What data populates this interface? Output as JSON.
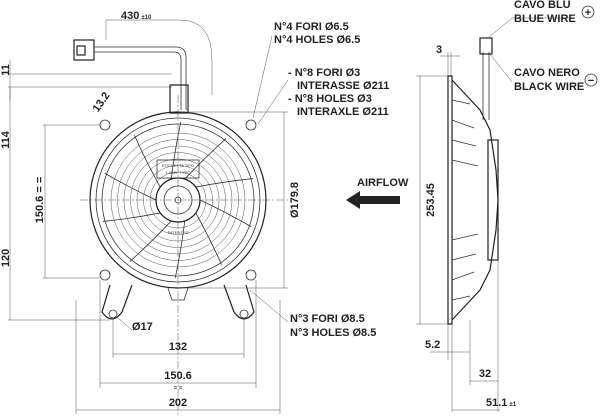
{
  "front_view": {
    "cable_length": "430",
    "cable_tolerance": "±10",
    "dim_top_offset": "11",
    "dim_upper": "114",
    "dim_lower": "120",
    "dim_vertical_holes": "150.6",
    "dim_tab": "13.2",
    "dim_diameter": "Ø179.8",
    "dim_foot_hole": "Ø17",
    "dim_bottom_holes": "132",
    "dim_bottom_mid": "150.6",
    "dim_overall_width": "202",
    "symmetry_mark": "= =",
    "label_plate_line1": "ETICHETTA TIPO",
    "label_plate_line2": "LABEL TYPE",
    "patented_mark": "PATENTED"
  },
  "callouts": {
    "holes4_it": "N°4 FORI Ø6.5",
    "holes4_en": "N°4 HOLES Ø6.5",
    "holes8_it": "- N°8 FORI Ø3",
    "interaxle_it": "INTERASSE Ø211",
    "holes8_en": "- N°8 HOLES Ø3",
    "interaxle_en": "INTERAXLE Ø211",
    "holes3_it": "N°3 FORI Ø8.5",
    "holes3_en": "N°3 HOLES Ø8.5"
  },
  "airflow_label": "AIRFLOW",
  "side_view": {
    "dim_height": "253.45",
    "dim_flange": "3",
    "dim_base": "5.2",
    "dim_depth": "32",
    "dim_total_depth": "51.1",
    "dim_total_tolerance": "±1"
  },
  "wires": {
    "blue_it": "CAVO BLU",
    "blue_en": "BLUE WIRE",
    "black_it": "CAVO NERO",
    "black_en": "BLACK WIRE",
    "plus_symbol": "+",
    "minus_symbol": "−"
  }
}
